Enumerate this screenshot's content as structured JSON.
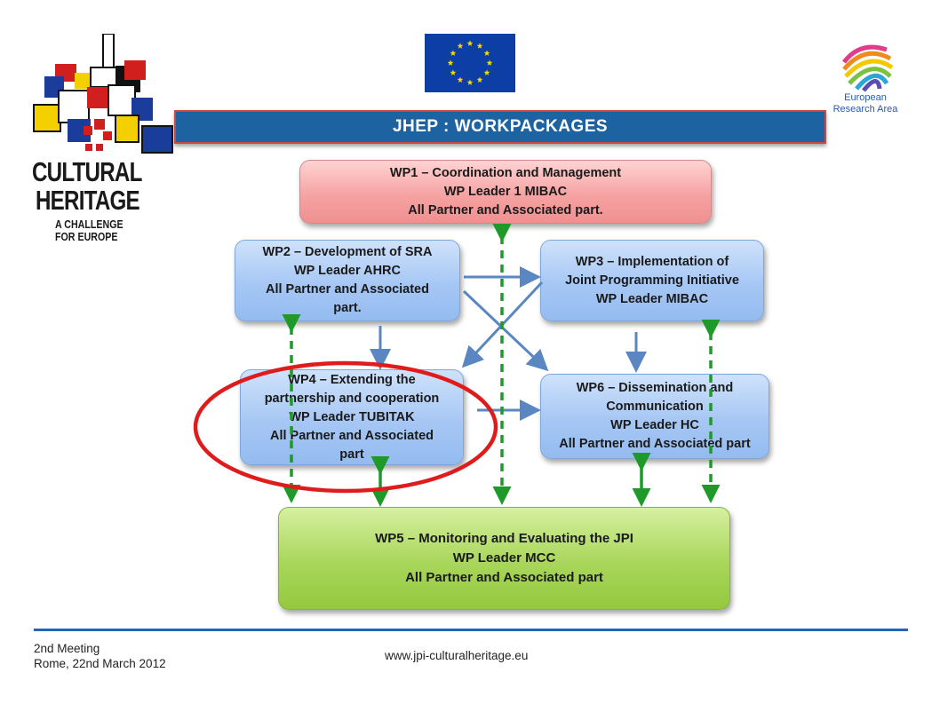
{
  "title": "JHEP :  WORKPACKAGES",
  "logos": {
    "cultural_heritage": {
      "line1": "CULTURAL",
      "line2": "HERITAGE",
      "line3": "A CHALLENGE",
      "line4": "FOR EUROPE"
    },
    "eu_flag": "eu-flag",
    "era": {
      "line1": "European",
      "line2": "Research Area"
    }
  },
  "workpackages": {
    "wp1": "WP1 –  Coordination and Management\nWP Leader 1 MIBAC\nAll Partner and Associated part.",
    "wp2": "WP2 – Development of SRA\nWP Leader AHRC\nAll Partner and Associated\npart.",
    "wp3": "WP3 – Implementation of\nJoint Programming Initiative\nWP Leader MIBAC",
    "wp4": "WP4 – Extending the\npartnership and cooperation\nWP Leader TUBITAK\nAll Partner and Associated\npart",
    "wp5": "WP5 – Monitoring and Evaluating the JPI\nWP Leader MCC\nAll Partner and Associated part",
    "wp6": "WP6 – Dissemination and\nCommunication\nWP Leader HC\nAll Partner and Associated part"
  },
  "colors": {
    "title_bar": "#1d63a2",
    "arrow_blue": "#5a86c2",
    "arrow_green": "#1f9a2a",
    "highlight_ellipse": "#e01b1b",
    "footer_line": "#2466b5"
  },
  "footer": {
    "meeting": "2nd Meeting\nRome, 22nd March 2012",
    "url": "www.jpi-culturalheritage.eu"
  }
}
